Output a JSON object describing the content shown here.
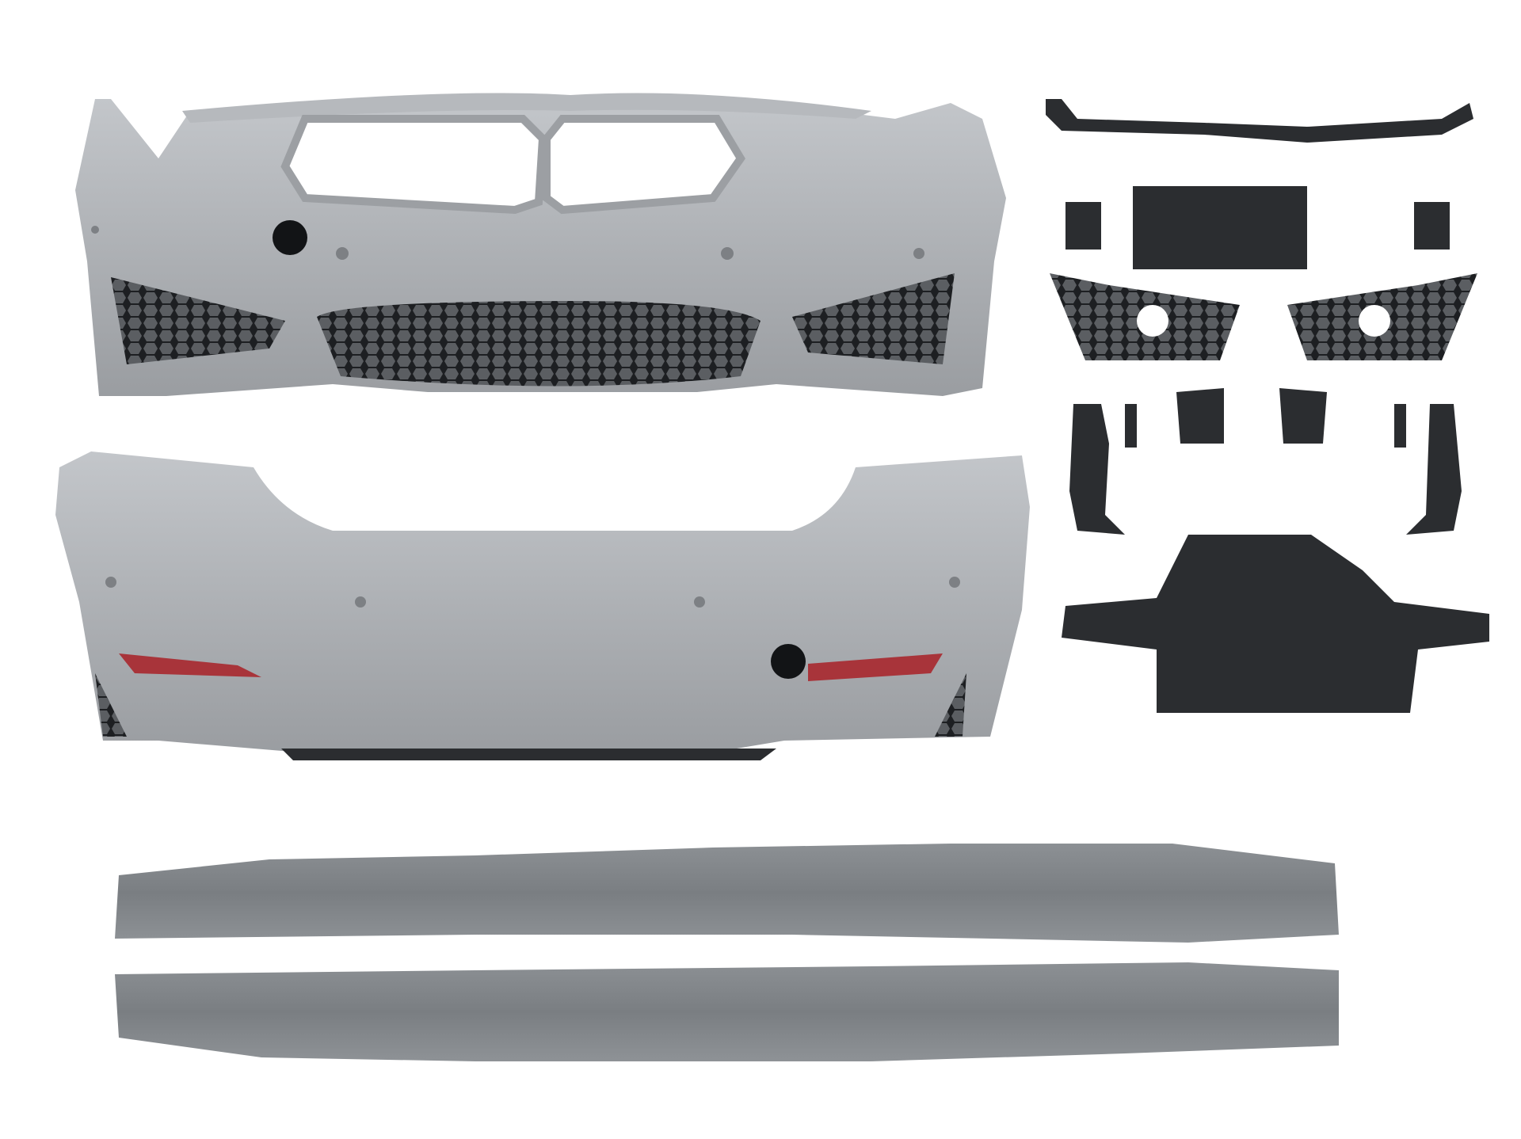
{
  "image": {
    "kind": "product photo",
    "background_color": "#ffffff",
    "parts": [
      {
        "name": "front-bumper",
        "color": "#a9acb0"
      },
      {
        "name": "front-kidney-grille",
        "color": "#b8bbbf"
      },
      {
        "name": "front-honeycomb-mesh",
        "color": "#1d1f22"
      },
      {
        "name": "rear-bumper",
        "color": "#a9acb0"
      },
      {
        "name": "rear-reflector",
        "color": "#a8343a"
      },
      {
        "name": "rear-diffuser",
        "color": "#2b2d30"
      },
      {
        "name": "side-skirt",
        "color": "#818589"
      },
      {
        "name": "upper-mounting-bar",
        "color": "#2b2d30"
      },
      {
        "name": "license-plate-holder",
        "color": "#2b2d30"
      },
      {
        "name": "fog-light-grille",
        "color": "#1d1f22"
      },
      {
        "name": "bracket",
        "color": "#2b2d30"
      },
      {
        "name": "bumper-reinforcement",
        "color": "#2b2d30"
      }
    ]
  }
}
